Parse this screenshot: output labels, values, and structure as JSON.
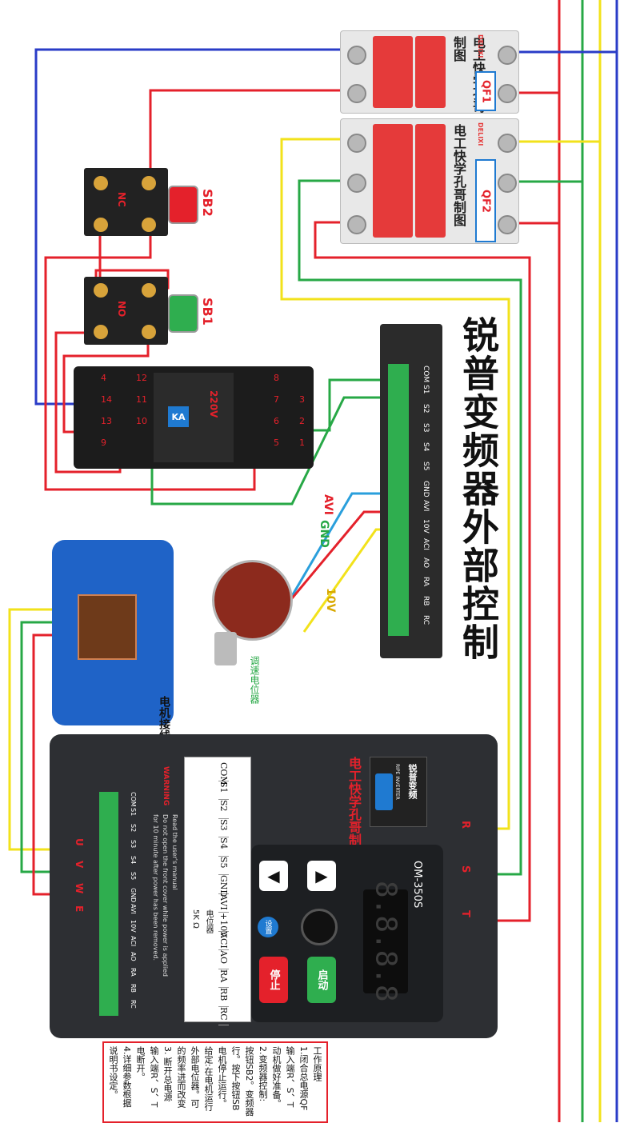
{
  "title": "锐普变频器外部控制",
  "breakers": [
    {
      "id": "QF1",
      "label": "QF1",
      "brand": "DELIXI",
      "watermark": "电工快学孔哥制图"
    },
    {
      "id": "QF2",
      "label": "QF2",
      "brand": "DELIXI",
      "watermark": "电工快学孔哥制图"
    }
  ],
  "buttons": [
    {
      "id": "SB2",
      "label": "SB2",
      "contact": "NC"
    },
    {
      "id": "SB1",
      "label": "SB1",
      "contact": "NO"
    }
  ],
  "relay": {
    "label": "KA",
    "rating": "220V",
    "left_numbers": [
      "4",
      "14",
      "13",
      "9"
    ],
    "left_numbers_2": [
      "12",
      "11",
      "10"
    ],
    "right_numbers_1": [
      "8",
      "7",
      "6",
      "5"
    ],
    "right_numbers_2": [
      "3",
      "2",
      "1"
    ]
  },
  "terminal_block": {
    "labels": [
      "COM",
      "S1",
      "S2",
      "S3",
      "S4",
      "S5",
      "GND",
      "AVI",
      "10V",
      "ACI",
      "AO",
      "RA",
      "RB",
      "RC"
    ]
  },
  "potentiometer": {
    "wire_labels": {
      "avi": "AVI",
      "gnd": "GND",
      "v10": "10V"
    },
    "caption": "调速电位器"
  },
  "motor": {
    "caption": "电机接线孔哥制图"
  },
  "inverter": {
    "brand": "锐普变频",
    "brand_en": "RIPE INVERTER",
    "model": "OM-350S",
    "watermark": "电工快学孔哥制图",
    "display": "8.8.8.8",
    "warning_title": "WARNING",
    "warning_lines": [
      "Read the user's manual",
      "Do not open the front cover while power is applied",
      "for 10 minute after power has been removed."
    ],
    "control_labels": [
      "COM",
      "S1",
      "S2",
      "S3",
      "S4",
      "S5",
      "GND",
      "AVI",
      "+10V",
      "ACI",
      "AO",
      "RA",
      "RB",
      "RC"
    ],
    "pot_note": "电位器",
    "pot_value": "5K Ω",
    "bottom_labels": [
      "COM",
      "S1",
      "S2",
      "S3",
      "S4",
      "S5",
      "GND",
      "AVI",
      "10V",
      "ACI",
      "AO",
      "RA",
      "RB",
      "RC"
    ],
    "output_labels": [
      "U",
      "V",
      "W",
      "E"
    ],
    "input_labels": [
      "R",
      "S",
      "T"
    ],
    "set_button": "设置",
    "stop_button": "停止",
    "run_button": "启动"
  },
  "notes": {
    "lines": [
      "工作原理",
      "1.闭合总电源QF",
      "输入端R、S、T",
      "动机做好准备。",
      "2.变频器控制:",
      "按钮SB2。变频器",
      "行。按下按钮SB",
      "电机停止运行。",
      "给定:在电机运行",
      "外部电位器。可",
      "的频率进而改变",
      "3. 断开总电源",
      "输入端R、S、T",
      "电断开。",
      "4.详细参数根据",
      "说明书设定。"
    ]
  },
  "colors": {
    "wire_red": "#e4212b",
    "wire_blue": "#2a3cc7",
    "wire_yellow": "#f2e21b",
    "wire_green": "#27a846",
    "breaker_red": "#e53a3a",
    "label_box": "#1f7ad1",
    "title_color": "#111111"
  }
}
